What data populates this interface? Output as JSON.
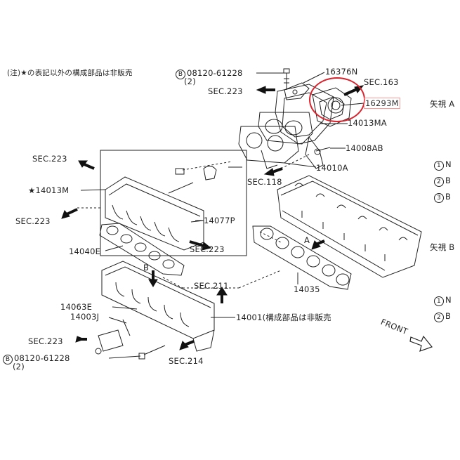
{
  "note": "(注)★の表記以外の構成部品は非販売",
  "bolt_top": {
    "code": "B",
    "part": "08120-61228",
    "qty": "(2)"
  },
  "bolt_bottom": {
    "code": "B",
    "part": "08120-61228",
    "qty": "(2)"
  },
  "parts": {
    "p16376N": "16376N",
    "sec163": "SEC.163",
    "p16293M": "16293M",
    "p14013MA": "14013MA",
    "p14008AB": "14008AB",
    "p14010A": "14010A",
    "sec118": "SEC.118",
    "sec223_top": "SEC.223",
    "sec223_left": "SEC.223",
    "p14013M": "★14013M",
    "sec223_left2": "SEC.223",
    "p14077P": "14077P",
    "sec223_mid": "SEC.223",
    "p14040E": "14040E",
    "sec211": "SEC.211",
    "p14035": "14035",
    "p14063E": "14063E",
    "p14003J": "14003J",
    "p14001": "14001(構成部品は非販売",
    "sec223_bottom": "SEC.223",
    "sec214": "SEC.214",
    "view_letter_a": "A",
    "view_letter_b": "B",
    "front": "FRONT"
  },
  "views": {
    "a_title": "矢視 A",
    "b_title": "矢視 B",
    "a_items": [
      {
        "num": "1",
        "text": "N"
      },
      {
        "num": "2",
        "text": "B"
      },
      {
        "num": "3",
        "text": "B"
      }
    ],
    "b_items": [
      {
        "num": "1",
        "text": "N"
      },
      {
        "num": "2",
        "text": "B"
      }
    ]
  },
  "colors": {
    "highlight": "#d9232d",
    "line": "#222222"
  }
}
